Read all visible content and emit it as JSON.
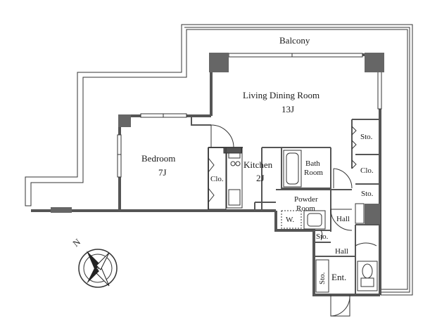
{
  "plan": {
    "balcony": "Balcony",
    "living": {
      "name": "Living Dining Room",
      "size": "13J"
    },
    "bedroom": {
      "name": "Bedroom",
      "size": "7J"
    },
    "kitchen": {
      "name": "Kitchen",
      "size": "2J"
    },
    "bath": {
      "line1": "Bath",
      "line2": "Room"
    },
    "powder": {
      "line1": "Powder",
      "line2": "Room"
    },
    "washer": "W.",
    "bedroom_closet": "Clo.",
    "right_closet": "Clo.",
    "storage_top": "Sto.",
    "storage_mid": "Sto.",
    "storage_hall": "Sto.",
    "storage_entrance": "Sto.",
    "hall_upper": "Hall",
    "hall_lower": "Hall",
    "entrance": "Ent.",
    "compass": "N"
  },
  "colors": {
    "wall": "#555555",
    "pillar": "#666666",
    "line": "#333333"
  }
}
